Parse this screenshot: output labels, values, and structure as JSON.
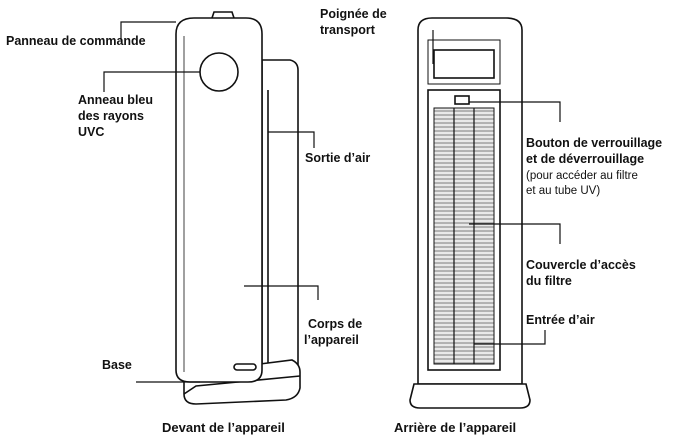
{
  "front": {
    "caption": "Devant de l’appareil",
    "labels": {
      "control_panel": "Panneau de commande",
      "blue_ring_1": "Anneau bleu",
      "blue_ring_2": "des rayons",
      "blue_ring_3": "UVC",
      "air_outlet": "Sortie d’air",
      "body_1": "Corps de",
      "body_2": "l’appareil",
      "base": "Base"
    }
  },
  "back": {
    "caption": "Arrière de l’appareil",
    "labels": {
      "handle_1": "Poignée de",
      "handle_2": "transport",
      "lock_1": "Bouton de verrouillage",
      "lock_2": "et de déverrouillage",
      "lock_note_1": "(pour accéder au filtre",
      "lock_note_2": "et au tube UV)",
      "filter_cover_1": "Couvercle d’accès",
      "filter_cover_2": "du filtre",
      "air_inlet": "Entrée d’air"
    }
  },
  "colors": {
    "line": "#111111",
    "device_fill": "#ffffff",
    "grille_fill": "#e9e9e9"
  }
}
